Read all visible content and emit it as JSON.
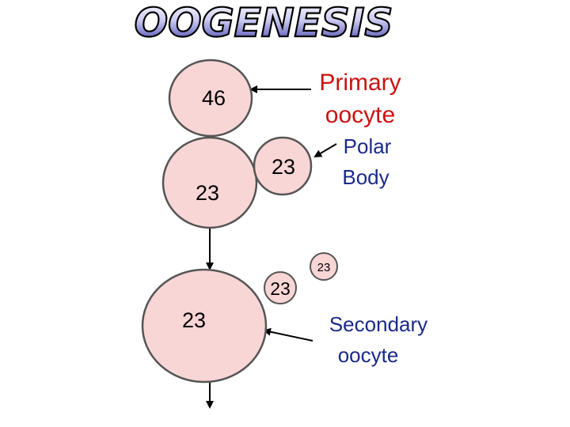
{
  "title": "OOGENESIS",
  "cells": {
    "primary_oocyte": "46",
    "after_division_1": "23",
    "first_polar_body": "23",
    "small_polar_body_1": "23",
    "small_polar_body_2": "23",
    "mature_cell": "23"
  },
  "labels": {
    "primary_oocyte_line1": "Primary",
    "primary_oocyte_line2": "oocyte",
    "polar_body_line1": "Polar",
    "polar_body_line2": "Body",
    "secondary_oocyte_line1": "Secondary",
    "secondary_oocyte_line2": "oocyte"
  },
  "colors": {
    "cell_fill": "#f9d6d6",
    "cell_stroke": "#555555",
    "red_label": "#cc1111",
    "blue_label": "#1a2a8a",
    "title_fill_top": "#ffffff",
    "title_fill_bottom": "#3a3aa8"
  }
}
